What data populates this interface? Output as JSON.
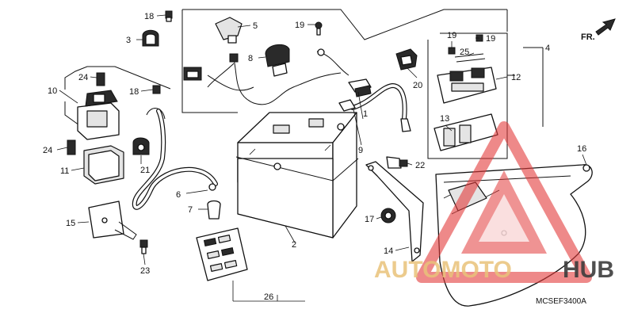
{
  "callouts": {
    "c1": "1",
    "c2": "2",
    "c3": "3",
    "c4": "4",
    "c5": "5",
    "c6": "6",
    "c7": "7",
    "c8": "8",
    "c9": "9",
    "c10": "10",
    "c11": "11",
    "c12": "12",
    "c13": "13",
    "c14": "14",
    "c15": "15",
    "c16": "16",
    "c17": "17",
    "c18a": "18",
    "c18b": "18",
    "c19a": "19",
    "c19b": "19",
    "c19c": "19",
    "c20": "20",
    "c21": "21",
    "c22": "22",
    "c23": "23",
    "c24a": "24",
    "c24b": "24",
    "c25": "25",
    "c26": "26"
  },
  "direction_label": "FR.",
  "diagram_code": "MCSEF3400A",
  "watermark": {
    "part1": "AUTOMOTO",
    "part2": "HUB",
    "color_triangle": "#e23b3b",
    "color_text": "#e9c27a"
  }
}
